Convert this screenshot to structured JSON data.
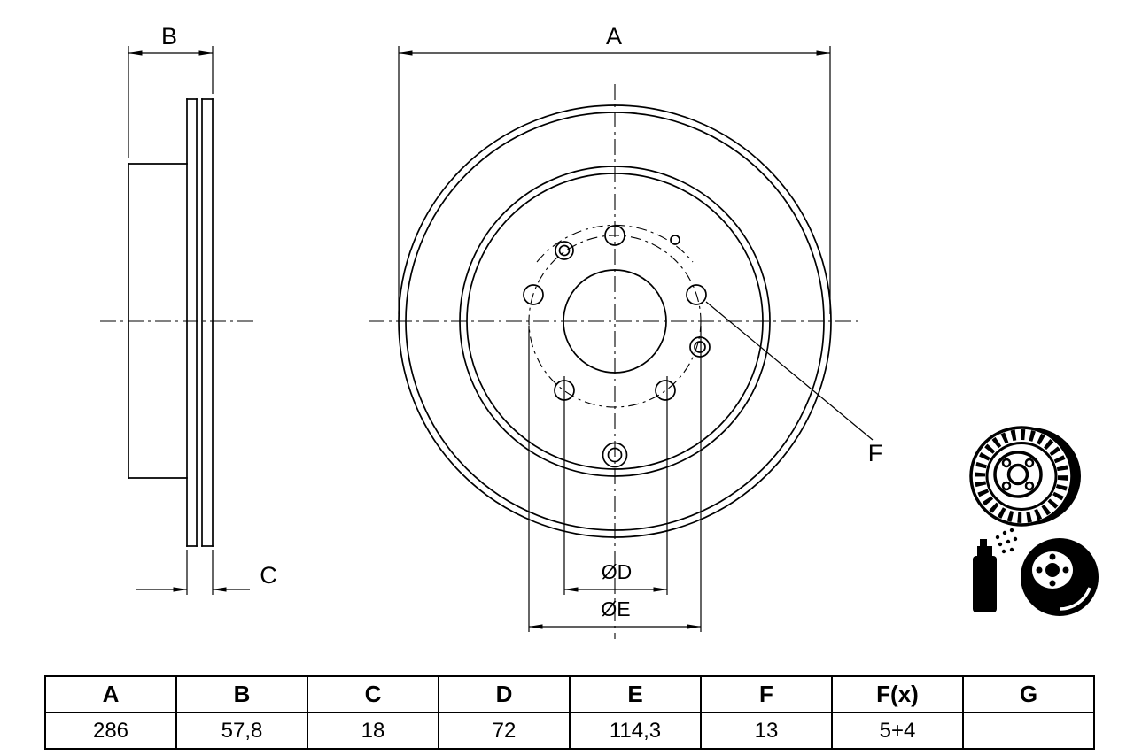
{
  "drawing": {
    "labels": {
      "diameter_a": "A",
      "width_b": "B",
      "thickness_c": "C",
      "hole_f": "F",
      "bore_d": "ØD",
      "pitch_e": "ØE"
    }
  },
  "table": {
    "headers": [
      "A",
      "B",
      "C",
      "D",
      "E",
      "F",
      "F(x)",
      "G"
    ],
    "values": [
      "286",
      "57,8",
      "18",
      "72",
      "114,3",
      "13",
      "5+4",
      ""
    ]
  },
  "icons": {
    "disc_3d": "brake-disc-3d-icon",
    "coating": "spray-coating-icon"
  },
  "colors": {
    "ink": "#000000",
    "paper": "#ffffff"
  }
}
